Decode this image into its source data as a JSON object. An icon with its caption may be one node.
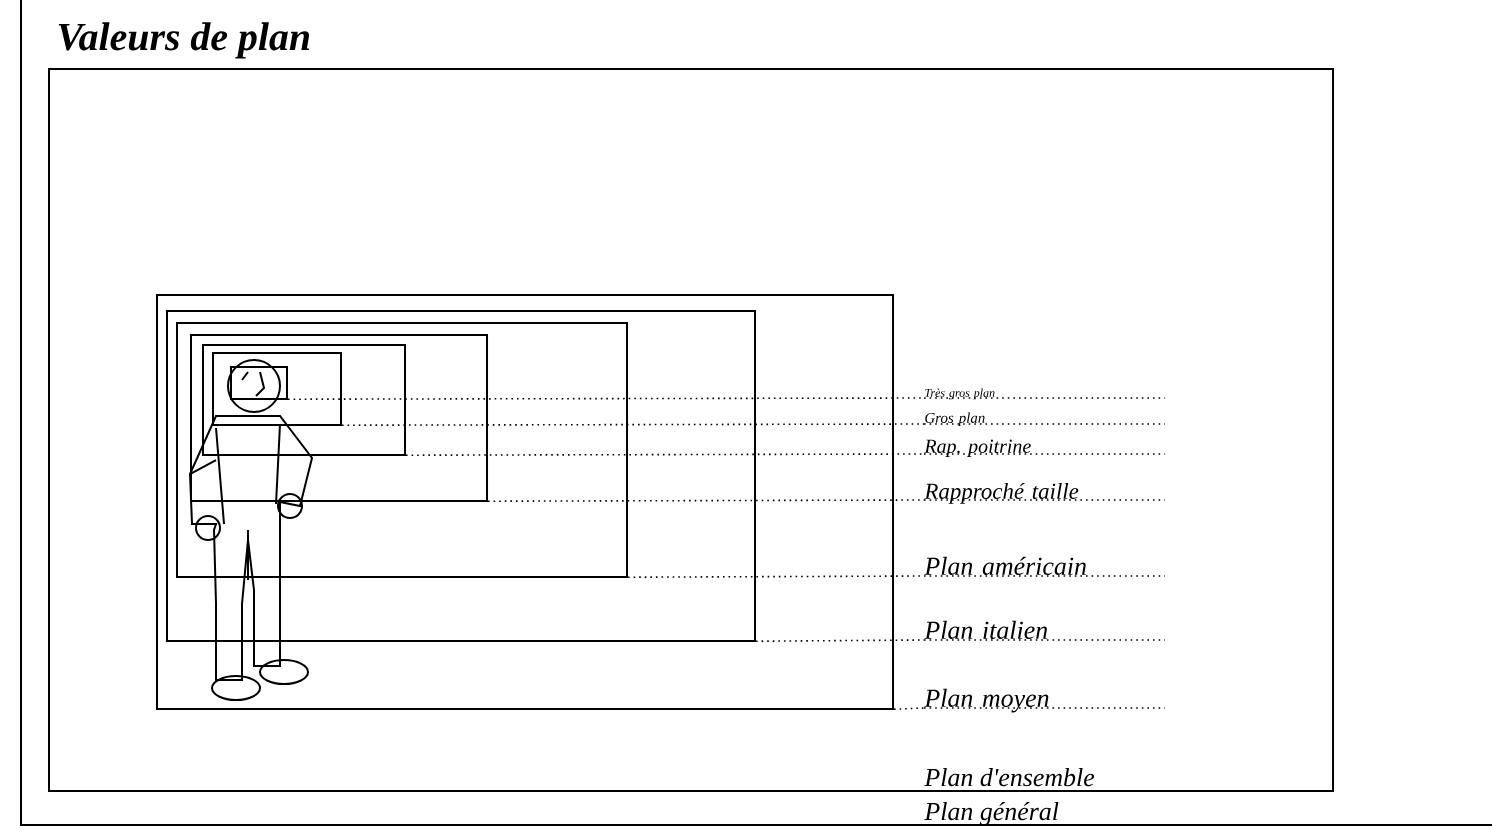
{
  "diagram": {
    "title": "Valeurs de plan",
    "nodes": [
      {
        "text": [
          "Plan général"
        ]
      },
      {
        "text": [
          "Plan d'ensemble"
        ],
        "in": 0
      },
      {
        "text": [],
        "shape": "box",
        "in": 1
      },
      {
        "text": [],
        "shape": "box",
        "in": 2
      },
      {
        "text": [],
        "shape": "box",
        "in": 3
      },
      {
        "text": [],
        "shape": "box",
        "in": 4
      },
      {
        "text": [],
        "shape": "box",
        "in": 5
      },
      {
        "text": [],
        "shape": "box",
        "in": 6
      },
      {
        "text": [],
        "shape": "box",
        "in": 7
      },
      {
        "text": [
          "Très gros plan"
        ],
        "in": 1
      },
      {
        "text": [
          "Gros plan"
        ],
        "in": 1
      },
      {
        "text": [
          "Rap. poitrine"
        ],
        "in": 1
      },
      {
        "text": [
          "Rapproché taille"
        ],
        "in": 1
      },
      {
        "text": [
          "Plan américain"
        ],
        "in": 1
      },
      {
        "text": [
          "Plan italien"
        ],
        "in": 1
      },
      {
        "text": [
          "Plan moyen"
        ],
        "in": 1
      }
    ],
    "edges": [
      {
        "from": 8,
        "to": 9,
        "arrow": "none",
        "style": "dashed"
      },
      {
        "from": 7,
        "to": 10,
        "arrow": "none",
        "style": "dashed"
      },
      {
        "from": 6,
        "to": 11,
        "arrow": "none",
        "style": "dashed"
      },
      {
        "from": 5,
        "to": 12,
        "arrow": "none",
        "style": "dashed"
      },
      {
        "from": 4,
        "to": 13,
        "arrow": "none",
        "style": "dashed"
      },
      {
        "from": 3,
        "to": 14,
        "arrow": "none",
        "style": "dashed"
      },
      {
        "from": 2,
        "to": 15,
        "arrow": "none",
        "style": "dashed"
      }
    ]
  }
}
